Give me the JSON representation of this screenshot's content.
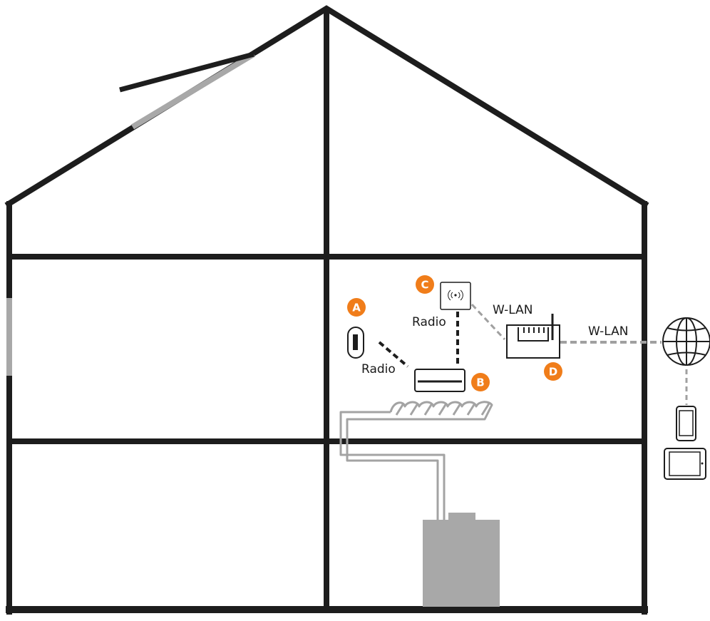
{
  "labels": {
    "radio_a": "Radio",
    "radio_c": "Radio",
    "wlan_router": "W-LAN",
    "wlan_internet": "W-LAN"
  },
  "badges": {
    "a": "A",
    "b": "B",
    "c": "C",
    "d": "D"
  },
  "colors": {
    "wall": "#1d1d1d",
    "accent": "#f07d1a",
    "pipe": "#a3a3a3",
    "boiler": "#a8a8a8",
    "dashed_grey": "#a0a0a0",
    "dashed_black": "#1d1d1d"
  },
  "icons": [
    "globe-icon",
    "smartphone-icon",
    "tablet-icon",
    "router-icon",
    "wireless-gateway-icon",
    "window-sensor-icon",
    "thermostat-icon",
    "boiler-icon"
  ]
}
